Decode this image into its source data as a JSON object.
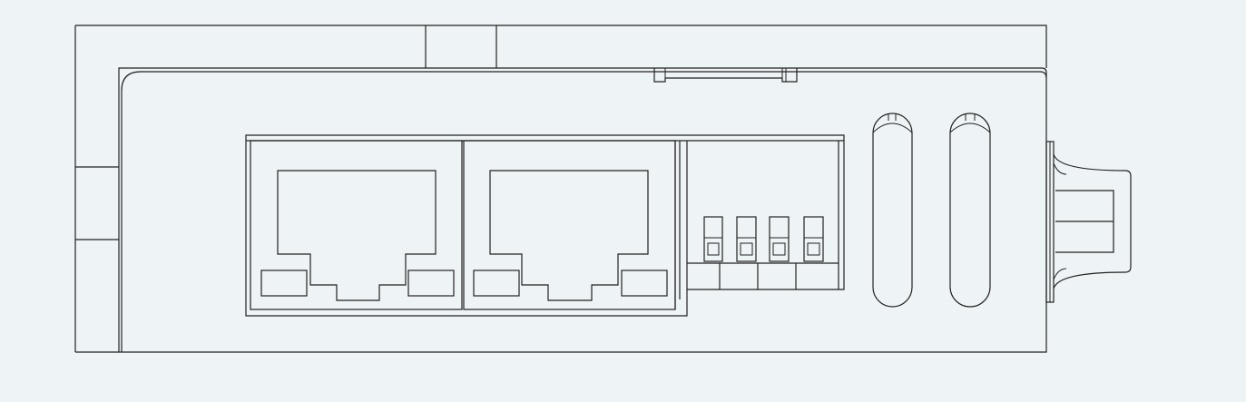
{
  "drawing": {
    "subject": "line-drawing-device-front-view",
    "background_color": "#eef3f5",
    "line_color": "#222222",
    "ethernet_ports": 2,
    "terminal_pins": 4,
    "vent_slots": 2
  }
}
